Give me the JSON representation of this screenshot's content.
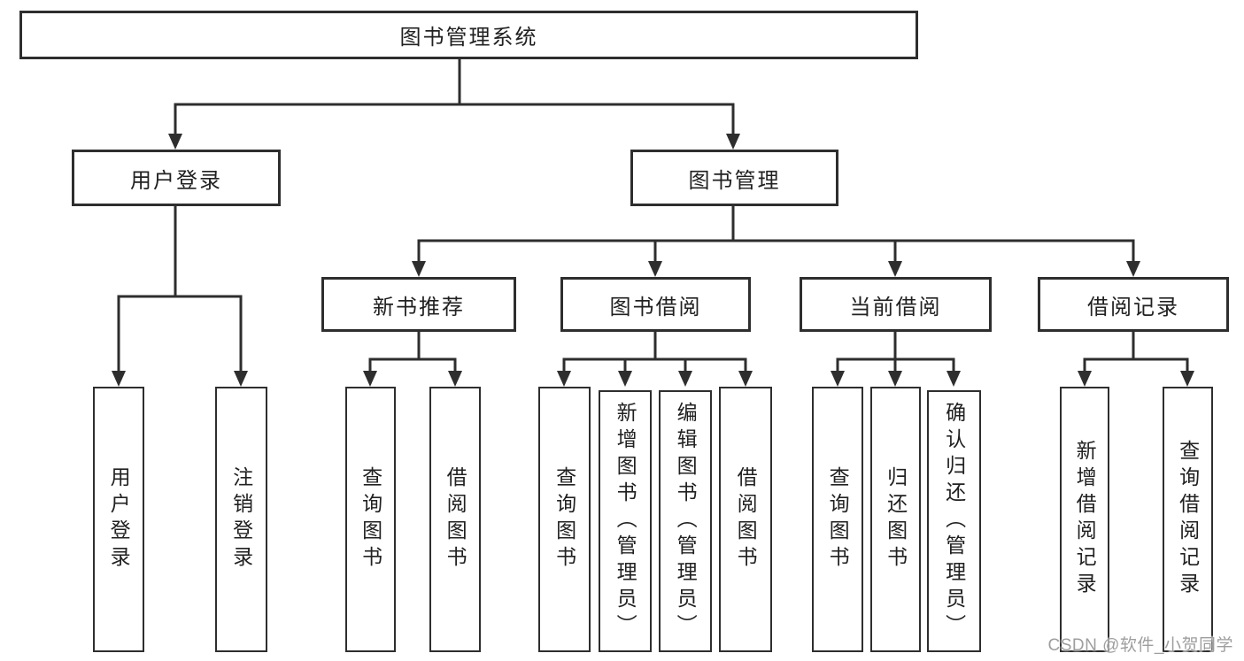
{
  "tree": {
    "root": {
      "label": "图书管理系统"
    },
    "branches": [
      {
        "label": "用户登录",
        "children": [
          {
            "label": "用户登录"
          },
          {
            "label": "注销登录"
          }
        ]
      },
      {
        "label": "图书管理",
        "children": [
          {
            "label": "新书推荐",
            "children": [
              {
                "label": "查询图书"
              },
              {
                "label": "借阅图书"
              }
            ]
          },
          {
            "label": "图书借阅",
            "children": [
              {
                "label": "查询图书"
              },
              {
                "label": "新增图书（管理员）"
              },
              {
                "label": "编辑图书（管理员）"
              },
              {
                "label": "借阅图书"
              }
            ]
          },
          {
            "label": "当前借阅",
            "children": [
              {
                "label": "查询图书"
              },
              {
                "label": "归还图书"
              },
              {
                "label": "确认归还（管理员）"
              }
            ]
          },
          {
            "label": "借阅记录",
            "children": [
              {
                "label": "新增借阅记录"
              },
              {
                "label": "查询借阅记录"
              }
            ]
          }
        ]
      }
    ]
  },
  "watermark": {
    "text": "CSDN @软件_小贺同学"
  },
  "colors": {
    "line": "#2e2e2e",
    "text": "#212121",
    "watermark": "#9e9e9e",
    "background": "#ffffff"
  }
}
